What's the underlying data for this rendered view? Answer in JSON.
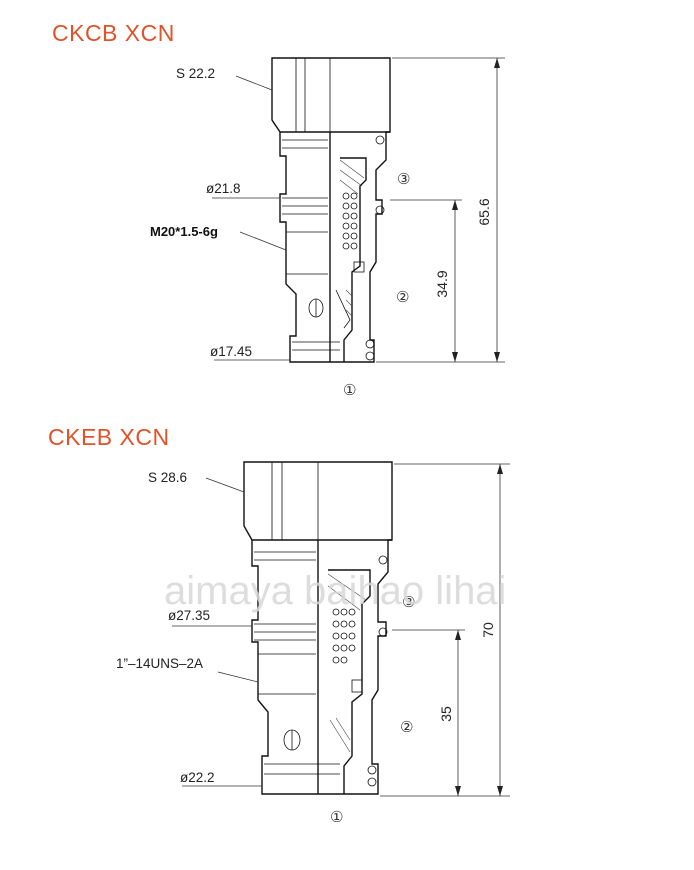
{
  "diagram1": {
    "title": "CKCB XCN",
    "labels": {
      "hex": "S 22.2",
      "dia1": "ø21.8",
      "thread": "M20*1.5-6g",
      "dia2": "ø17.45"
    },
    "ports": {
      "p3": "③",
      "p2": "②",
      "p1": "①"
    },
    "dims": {
      "total": "65.6",
      "partial": "34.9"
    }
  },
  "diagram2": {
    "title": "CKEB XCN",
    "labels": {
      "hex": "S 28.6",
      "dia1": "ø27.35",
      "thread": "1”–14UNS–2A",
      "dia2": "ø22.2"
    },
    "ports": {
      "p3": "③",
      "p2": "②",
      "p1": "①"
    },
    "dims": {
      "total": "70",
      "partial": "35"
    }
  },
  "watermark": "aimaya baihao lihai",
  "colors": {
    "title": "#e0522a",
    "line": "#111111",
    "watermark": "#d8d8d8"
  }
}
